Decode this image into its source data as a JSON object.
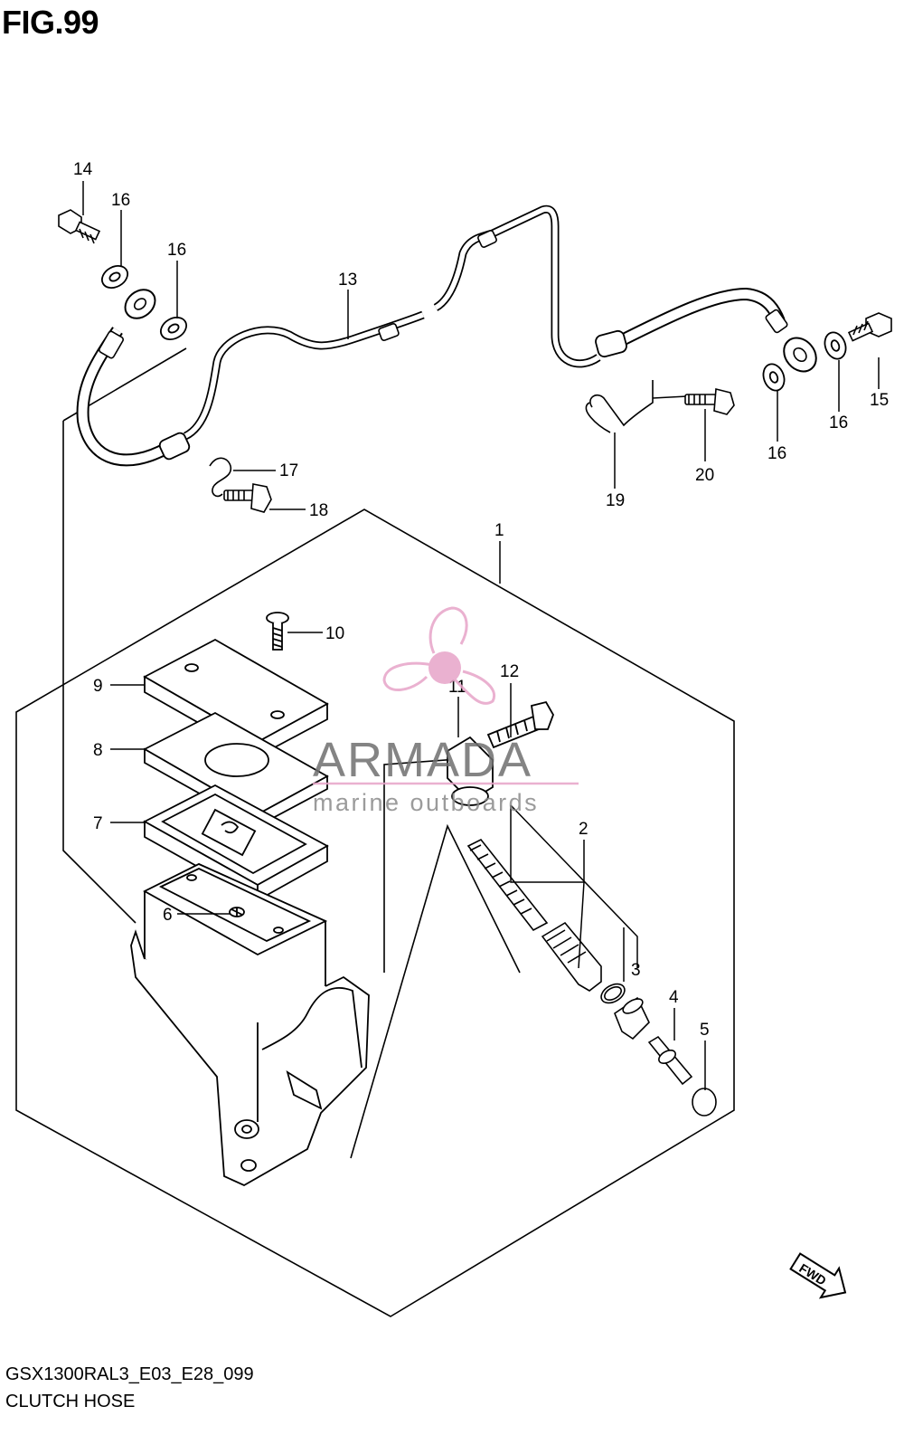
{
  "figure": {
    "title": "FIG.99",
    "code": "GSX1300RAL3_E03_E28_099",
    "name": "CLUTCH HOSE",
    "fwd_label": "FWD"
  },
  "watermark": {
    "brand": "ARMADA",
    "tagline": "marine outboards",
    "color": "#e7a4c8"
  },
  "callouts": [
    {
      "id": "1",
      "label": "1"
    },
    {
      "id": "2",
      "label": "2"
    },
    {
      "id": "3",
      "label": "3"
    },
    {
      "id": "4",
      "label": "4"
    },
    {
      "id": "5",
      "label": "5"
    },
    {
      "id": "6",
      "label": "6"
    },
    {
      "id": "7",
      "label": "7"
    },
    {
      "id": "8",
      "label": "8"
    },
    {
      "id": "9",
      "label": "9"
    },
    {
      "id": "10",
      "label": "10"
    },
    {
      "id": "11",
      "label": "11"
    },
    {
      "id": "12",
      "label": "12"
    },
    {
      "id": "13",
      "label": "13"
    },
    {
      "id": "14",
      "label": "14"
    },
    {
      "id": "15",
      "label": "15"
    },
    {
      "id": "16a",
      "label": "16"
    },
    {
      "id": "16b",
      "label": "16"
    },
    {
      "id": "16c",
      "label": "16"
    },
    {
      "id": "16d",
      "label": "16"
    },
    {
      "id": "17",
      "label": "17"
    },
    {
      "id": "18",
      "label": "18"
    },
    {
      "id": "19",
      "label": "19"
    },
    {
      "id": "20",
      "label": "20"
    }
  ]
}
